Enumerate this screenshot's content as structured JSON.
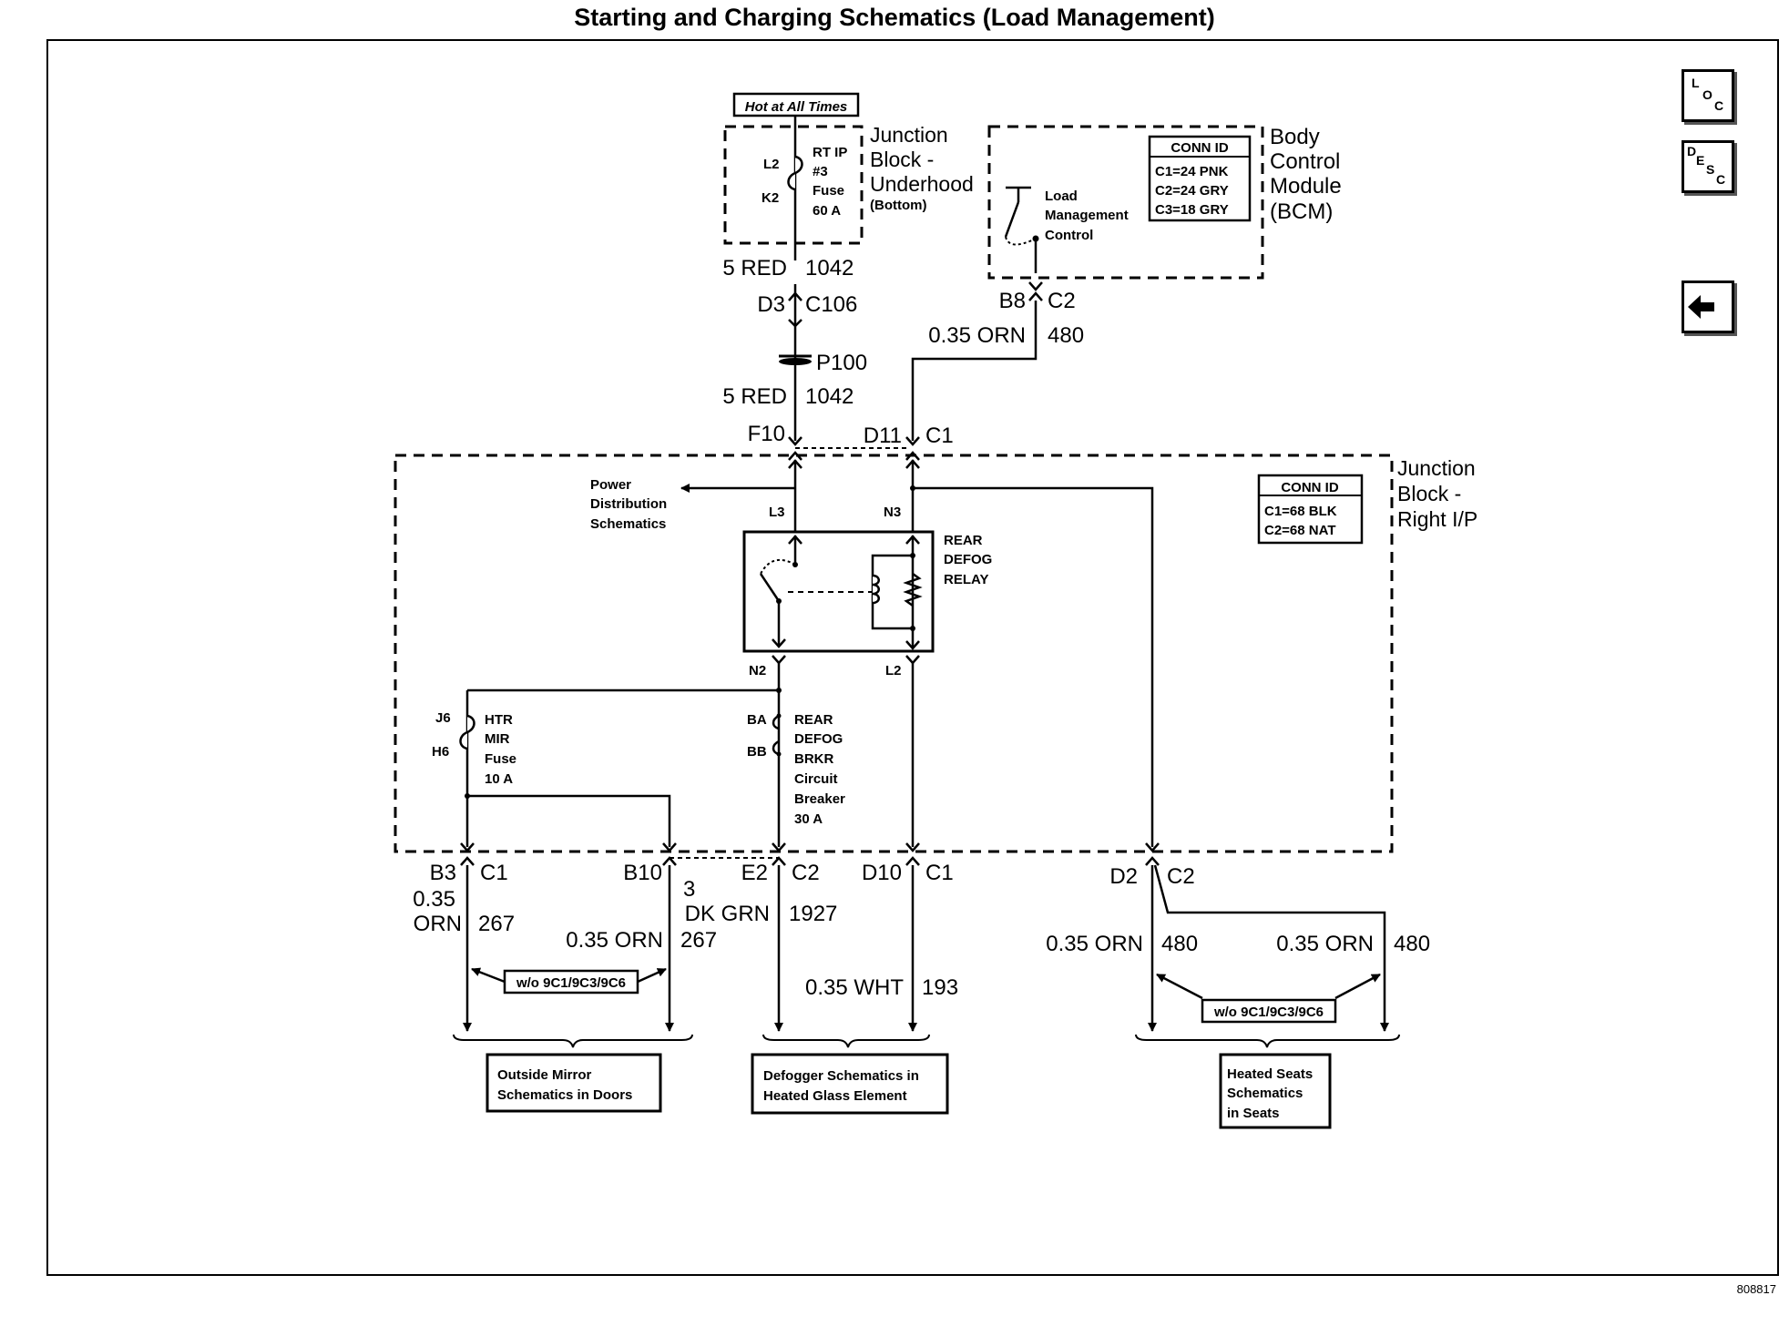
{
  "title": "Starting and Charging Schematics (Load Management)",
  "figure_id": "808817",
  "nav": {
    "loc": [
      "L",
      "O",
      "C"
    ],
    "desc": [
      "D",
      "E",
      "S",
      "C"
    ]
  },
  "hot_label": "Hot at All Times",
  "jb_underhood": {
    "name": [
      "Junction",
      "Block -",
      "Underhood"
    ],
    "sub": "(Bottom)",
    "fuse_pins": [
      "L2",
      "K2"
    ],
    "fuse": [
      "RT IP",
      "#3",
      "Fuse",
      "60 A"
    ]
  },
  "bcm": {
    "name": [
      "Body",
      "Control",
      "Module",
      "(BCM)"
    ],
    "conn_title": "CONN ID",
    "conn": [
      "C1=24 PNK",
      "C2=24 GRY",
      "C3=18 GRY"
    ],
    "switch": [
      "Load",
      "Management",
      "Control"
    ]
  },
  "feed": {
    "wire_top": [
      "5 RED",
      "1042"
    ],
    "conn_top": [
      "D3",
      "C106"
    ],
    "splice": "P100",
    "wire_bottom": [
      "5 RED",
      "1042"
    ],
    "conn_bottom": "F10"
  },
  "bcm_wire": {
    "conn": [
      "B8",
      "C2"
    ],
    "wire": [
      "0.35 ORN",
      "480"
    ],
    "jb_conn": [
      "D11",
      "C1"
    ]
  },
  "jb_ip": {
    "name": [
      "Junction",
      "Block -",
      "Right I/P"
    ],
    "conn_title": "CONN ID",
    "conn": [
      "C1=68 BLK",
      "C2=68 NAT"
    ],
    "power_ref": [
      "Power",
      "Distribution",
      "Schematics"
    ]
  },
  "relay": {
    "name": [
      "REAR",
      "DEFOG",
      "RELAY"
    ],
    "pins": {
      "L3": "L3",
      "N3": "N3",
      "N2": "N2",
      "L2": "L2"
    }
  },
  "htr_fuse": {
    "pins": [
      "J6",
      "H6"
    ],
    "label": [
      "HTR",
      "MIR",
      "Fuse",
      "10 A"
    ]
  },
  "breaker": {
    "pins": [
      "BA",
      "BB"
    ],
    "label": [
      "REAR",
      "DEFOG",
      "BRKR",
      "Circuit",
      "Breaker",
      "30 A"
    ]
  },
  "outputs": {
    "b3": {
      "conn": [
        "B3",
        "C1"
      ],
      "wire": [
        "0.35",
        "ORN",
        "267"
      ]
    },
    "b10": {
      "conn": "B10",
      "wire": [
        "0.35 ORN",
        "267"
      ]
    },
    "e2": {
      "conn": [
        "E2",
        "C2"
      ],
      "wire": [
        "3",
        "DK GRN",
        "1927"
      ]
    },
    "d10": {
      "conn": [
        "D10",
        "C1"
      ],
      "wire": [
        "0.35 WHT",
        "193"
      ]
    },
    "d2": {
      "conn": [
        "D2",
        "C2"
      ],
      "wire_left": [
        "0.35 ORN",
        "480"
      ],
      "wire_right": [
        "0.35 ORN",
        "480"
      ]
    }
  },
  "options": {
    "mirror": "w/o 9C1/9C3/9C6",
    "seats": "w/o 9C1/9C3/9C6"
  },
  "refs": {
    "mirror": [
      "Outside Mirror",
      "Schematics in Doors"
    ],
    "defog": [
      "Defogger Schematics in",
      "Heated Glass Element"
    ],
    "seats": [
      "Heated Seats",
      "Schematics",
      "in Seats"
    ]
  }
}
